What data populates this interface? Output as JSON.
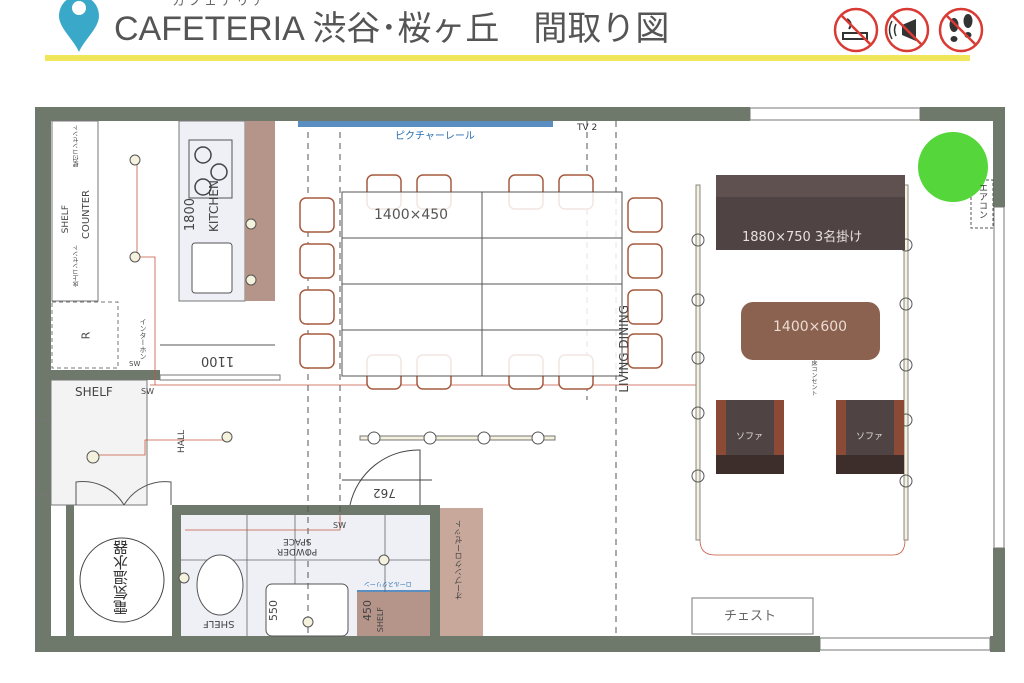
{
  "header": {
    "furigana": "カフェテリア",
    "title": "CAFETERIA 渋谷･桜ヶ丘　間取り図",
    "icons": [
      "no-smoking-icon",
      "no-noise-icon",
      "no-shoes-icon"
    ],
    "colors": {
      "pin": "#3aa9c9",
      "underline": "#f0e65a",
      "prohibit": "#d93a33"
    }
  },
  "plan": {
    "picture_rail": "ピクチャーレール",
    "tv_outlet": "TV 2",
    "dining_table": "1400×450",
    "living_dining": "LIVING DINING",
    "sofa_3seat": "1880×750 3名掛け",
    "coffee_table": "1400×600",
    "sofa_left": "ソファ",
    "sofa_right": "ソファ",
    "chest": "チェスト",
    "aircon": "エアコン",
    "kitchen": "KITCHEN",
    "kitchen_dim": "1800",
    "counter": "COUNTER",
    "shelf_top": "SHELF",
    "shelf_hall": "SHELF",
    "shelf_powder": "SHELF",
    "shelf_small": "SHELF",
    "fridge": "R",
    "dim_1100": "1100",
    "hall": "HALL",
    "door_dim": "762",
    "sw1": "SW",
    "sw2": "SW",
    "sw3": "SW",
    "intercom": "インターホン",
    "wall_outlet": "壁付コンセント",
    "floor_outlet": "床上コンセント",
    "floor_outlet2": "床コンセント",
    "water_heater": "電気温水器",
    "powder_space_1": "POWDER",
    "powder_space_2": "SPACE",
    "dim_550": "550",
    "dim_450": "450",
    "roll_screen": "ロールスクリーン",
    "closet": "オープンクローゼット",
    "colors": {
      "wall": "#6e786b",
      "sofa": "#4f4443",
      "table": "#8a624f",
      "marker": "#55d63a",
      "wood": "#b5958a"
    }
  }
}
